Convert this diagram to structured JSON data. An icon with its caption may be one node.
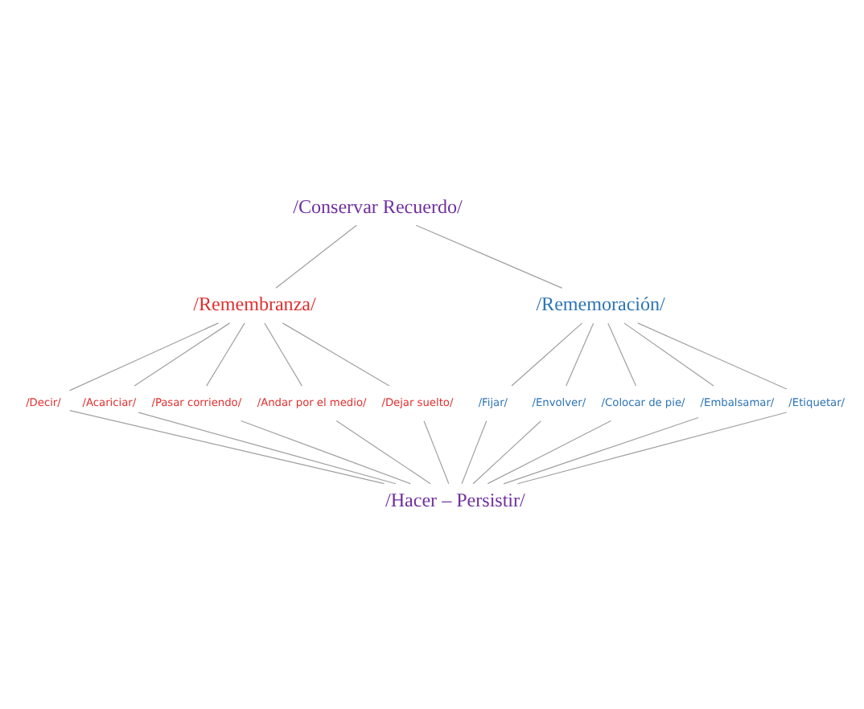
{
  "diagram": {
    "nodes": [
      {
        "text": [
          "/Conservar Recuerdo/"
        ]
      },
      {
        "text": [
          "/Remembranza/"
        ]
      },
      {
        "text": [
          "/Rememoración/"
        ]
      },
      {
        "text": [
          "/Decir/"
        ]
      },
      {
        "text": [
          "/Acariciar/"
        ]
      },
      {
        "text": [
          "/Pasar corriendo/"
        ]
      },
      {
        "text": [
          "/Andar por el medio/"
        ]
      },
      {
        "text": [
          "/Dejar suelto/"
        ]
      },
      {
        "text": [
          "/Fijar/"
        ]
      },
      {
        "text": [
          "/Envolver/"
        ]
      },
      {
        "text": [
          "/Colocar de pie/"
        ]
      },
      {
        "text": [
          "/Embalsamar/"
        ]
      },
      {
        "text": [
          "/Etiquetar/"
        ]
      },
      {
        "text": [
          "/Hacer – Persistir/"
        ]
      }
    ],
    "edges": [
      {
        "from": 0,
        "to": 1,
        "arrow": "none"
      },
      {
        "from": 0,
        "to": 2,
        "arrow": "none"
      },
      {
        "from": 1,
        "to": 3,
        "arrow": "none"
      },
      {
        "from": 1,
        "to": 4,
        "arrow": "none"
      },
      {
        "from": 1,
        "to": 5,
        "arrow": "none"
      },
      {
        "from": 1,
        "to": 6,
        "arrow": "none"
      },
      {
        "from": 1,
        "to": 7,
        "arrow": "none"
      },
      {
        "from": 2,
        "to": 8,
        "arrow": "none"
      },
      {
        "from": 2,
        "to": 9,
        "arrow": "none"
      },
      {
        "from": 2,
        "to": 10,
        "arrow": "none"
      },
      {
        "from": 2,
        "to": 11,
        "arrow": "none"
      },
      {
        "from": 2,
        "to": 12,
        "arrow": "none"
      },
      {
        "from": 3,
        "to": 13,
        "arrow": "none"
      },
      {
        "from": 4,
        "to": 13,
        "arrow": "none"
      },
      {
        "from": 5,
        "to": 13,
        "arrow": "none"
      },
      {
        "from": 6,
        "to": 13,
        "arrow": "none"
      },
      {
        "from": 7,
        "to": 13,
        "arrow": "none"
      },
      {
        "from": 8,
        "to": 13,
        "arrow": "none"
      },
      {
        "from": 9,
        "to": 13,
        "arrow": "none"
      },
      {
        "from": 10,
        "to": 13,
        "arrow": "none"
      },
      {
        "from": 11,
        "to": 13,
        "arrow": "none"
      },
      {
        "from": 12,
        "to": 13,
        "arrow": "none"
      }
    ]
  }
}
